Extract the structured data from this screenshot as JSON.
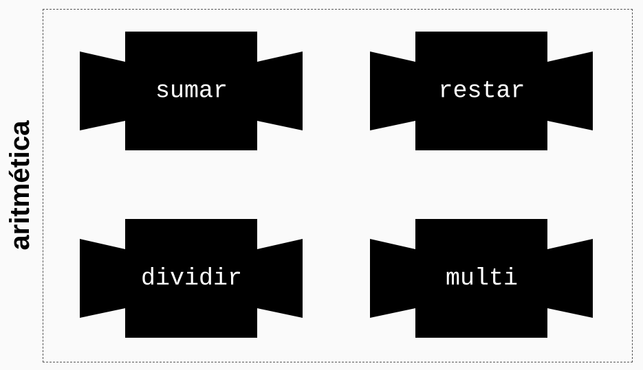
{
  "group": {
    "label": "aritmética"
  },
  "blocks": [
    {
      "id": "sumar",
      "label": "sumar"
    },
    {
      "id": "restar",
      "label": "restar"
    },
    {
      "id": "dividir",
      "label": "dividir"
    },
    {
      "id": "multi",
      "label": "multi"
    }
  ],
  "colors": {
    "background": "#fafafa",
    "block_fill": "#000000",
    "block_text": "#ffffff",
    "border": "#555555"
  }
}
